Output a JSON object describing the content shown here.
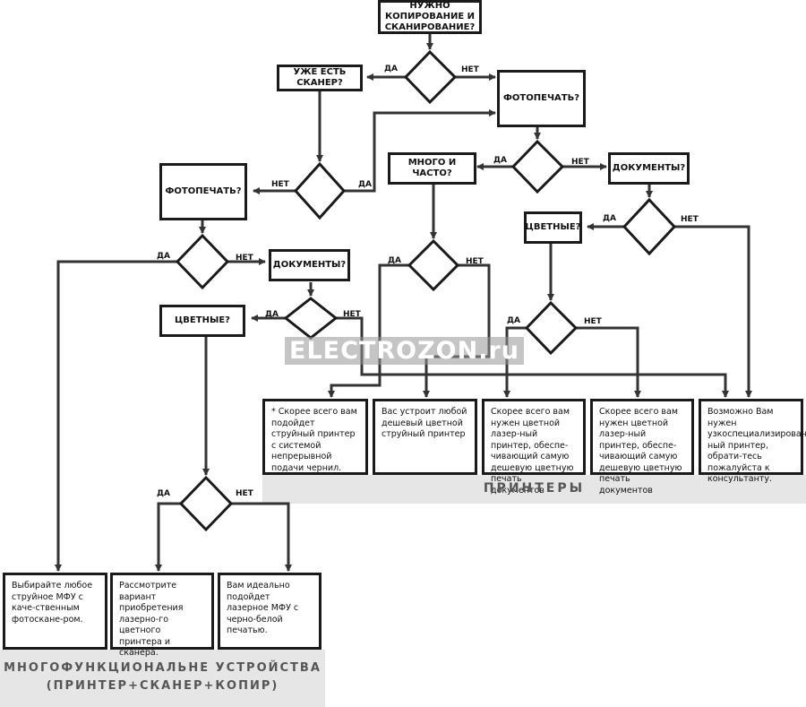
{
  "decisions": {
    "start": "НУЖНО КОПИРОВАНИЕ И СКАНИРОВАНИЕ?",
    "have_scanner": "УЖЕ ЕСТЬ СКАНЕР?",
    "photo_print_right": "ФОТОПЕЧАТЬ?",
    "photo_print_left": "ФОТОПЕЧАТЬ?",
    "much_often": "МНОГО И ЧАСТО?",
    "documents_right": "ДОКУМЕНТЫ?",
    "documents_left": "ДОКУМЕНТЫ?",
    "color_right": "ЦВЕТНЫЕ?",
    "color_left": "ЦВЕТНЫЕ?"
  },
  "labels": {
    "yes": "ДА",
    "no": "НЕТ"
  },
  "printer_results": [
    "* Скорее всего вам подойдет струйный принтер с системой непрерывной подачи чернил.",
    "Вас устроит любой дешевый цветной струйный принтер",
    "Скорее всего вам нужен цветной лазер-ный принтер, обеспе-чивающий самую дешевую цветную печать документов",
    "Скорее всего вам нужен цветной лазер-ный принтер, обеспе-чивающий самую дешевую цветную печать документов",
    "Возможно Вам нужен узкоспециализирован-ный принтер, обрати-тесь пожалуйста к консультанту."
  ],
  "mfu_results": [
    "Выбирайте любое струйное МФУ с каче-ственным фотоскане-ром.",
    "Рассмотрите вариант приобретения лазерно-го цветного принтера и сканера.",
    "Вам идеально подойдет лазерное МФУ с черно-белой печатью."
  ],
  "sections": {
    "printers": "ПРИНТЕРЫ",
    "mfu_line1": "МНОГОФУНКЦИОНАЛЬНЕ УСТРОЙСТВА",
    "mfu_line2": "(ПРИНТЕР+СКАНЕР+КОПИР)"
  },
  "watermark": "ELECTROZON.ru"
}
